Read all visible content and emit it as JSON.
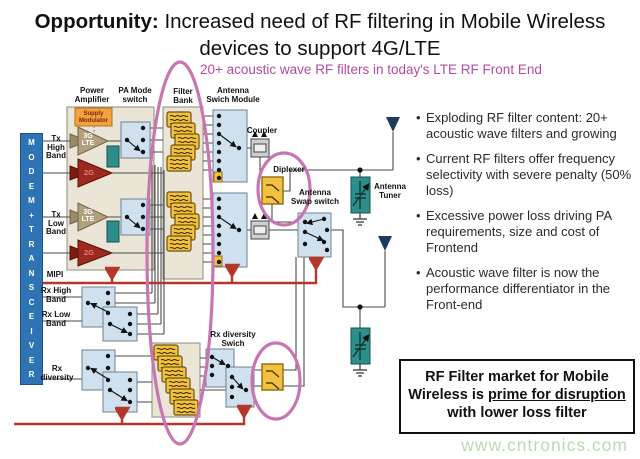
{
  "title": {
    "prefix": "Opportunity:",
    "rest": "Increased need of RF filtering in Mobile Wireless\ndevices to support 4G/LTE"
  },
  "subtitle": "20+ acoustic wave RF filters in today's LTE RF Front End",
  "diagram": {
    "modem_bar": "M\nO\nD\nE\nM\n+\nT\nR\nA\nN\nS\nC\nE\nI\nV\nE\nR",
    "col_headers": {
      "power_amplifier": "Power\nAmplifier",
      "pa_mode_switch": "PA Mode\nswitch",
      "filter_bank": "Filter\nBank",
      "antenna_switch_module": "Antenna\nSwich Module"
    },
    "labels": {
      "tx_high": "Tx\nHigh\nBand",
      "tx_low": "Tx\nLow\nBand",
      "mipi": "MIPI",
      "rx_high": "Rx High\nBand",
      "rx_low": "Rx Low\nBand",
      "rx_diversity": "Rx\ndiversity",
      "supply_modulator": "Supply\nModulator",
      "amp_3g_1": "3G\nLTE",
      "amp_2g_1": "2G",
      "amp_3g_2": "3G\nLTE",
      "amp_2g_2": "2G",
      "coupler": "Coupler",
      "diplexer": "Diplexer",
      "antenna_swap_switch": "Antenna\nSwap switch",
      "antenna_tuner": "Antenna\nTuner",
      "rx_diversity_switch": "Rx diversity\nSwich"
    }
  },
  "bullets": [
    "Exploding RF filter content: 20+ acoustic wave filters and growing",
    "Current RF filters offer frequency selectivity with severe penalty (50% loss)",
    "Excessive power loss driving PA requirements, size and cost of Frontend",
    "Acoustic wave filter is now the performance differentiator in the Front-end"
  ],
  "callout": {
    "line1": "RF Filter market for Mobile",
    "line2_pre": "Wireless is ",
    "line2_underlined": "prime for disruption",
    "line3": "with lower loss filter"
  },
  "watermark": "www.cntronics.com",
  "colors": {
    "accent_magenta": "#b44ba4",
    "highlight_pink": "#c876b2",
    "modem_blue": "#2e74b5",
    "amp_tan": "#b2a17c",
    "amp_red": "#9c2a21",
    "filter_yellow": "#f3c13d",
    "component_teal": "#2e8f8a",
    "control_bus_red": "#b5372a",
    "watermark_green": "#b8dcb0"
  }
}
